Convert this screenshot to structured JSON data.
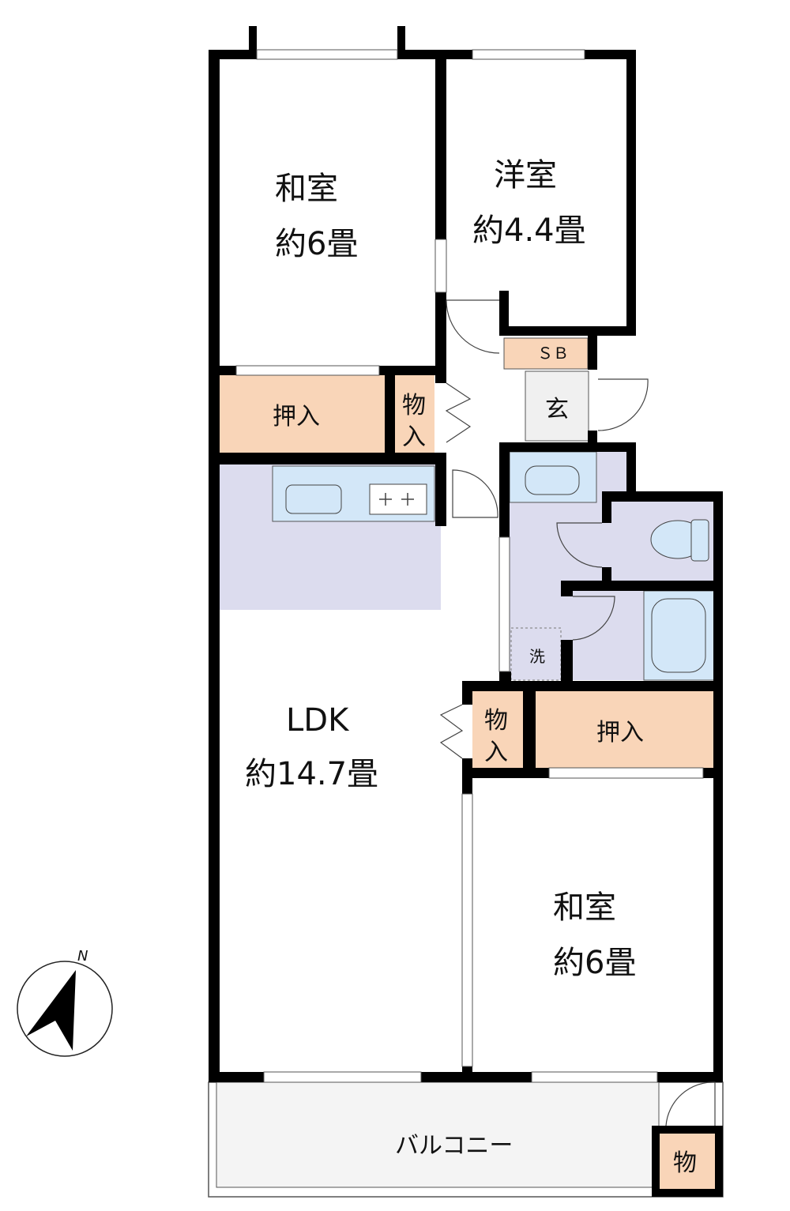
{
  "rooms": {
    "washitsu_top": {
      "name": "和室",
      "size": "約6畳"
    },
    "yoshitsu": {
      "name": "洋室",
      "size": "約4.4畳"
    },
    "ldk": {
      "name": "LDK",
      "size": "約14.7畳"
    },
    "washitsu_bottom": {
      "name": "和室",
      "size": "約6畳"
    },
    "balcony": {
      "name": "バルコニー"
    },
    "entrance": {
      "name": "玄"
    },
    "shoe_box": {
      "name": "ＳＢ"
    },
    "laundry": {
      "name": "洗"
    }
  },
  "storage": {
    "oshiire_top": "押入",
    "monoire_top_1": "物",
    "monoire_top_2": "入",
    "oshiire_bottom": "押入",
    "monoire_bottom_1": "物",
    "monoire_bottom_2": "入",
    "balcony_storage": "物"
  },
  "compass": {
    "label": "N"
  },
  "colors": {
    "wall": "#000000",
    "storage": "#f9d5b8",
    "wet_area": "#dcdcee",
    "fixture": "#d3e7f8",
    "entrance": "#f0f0f0",
    "balcony": "#f4f4f4"
  }
}
